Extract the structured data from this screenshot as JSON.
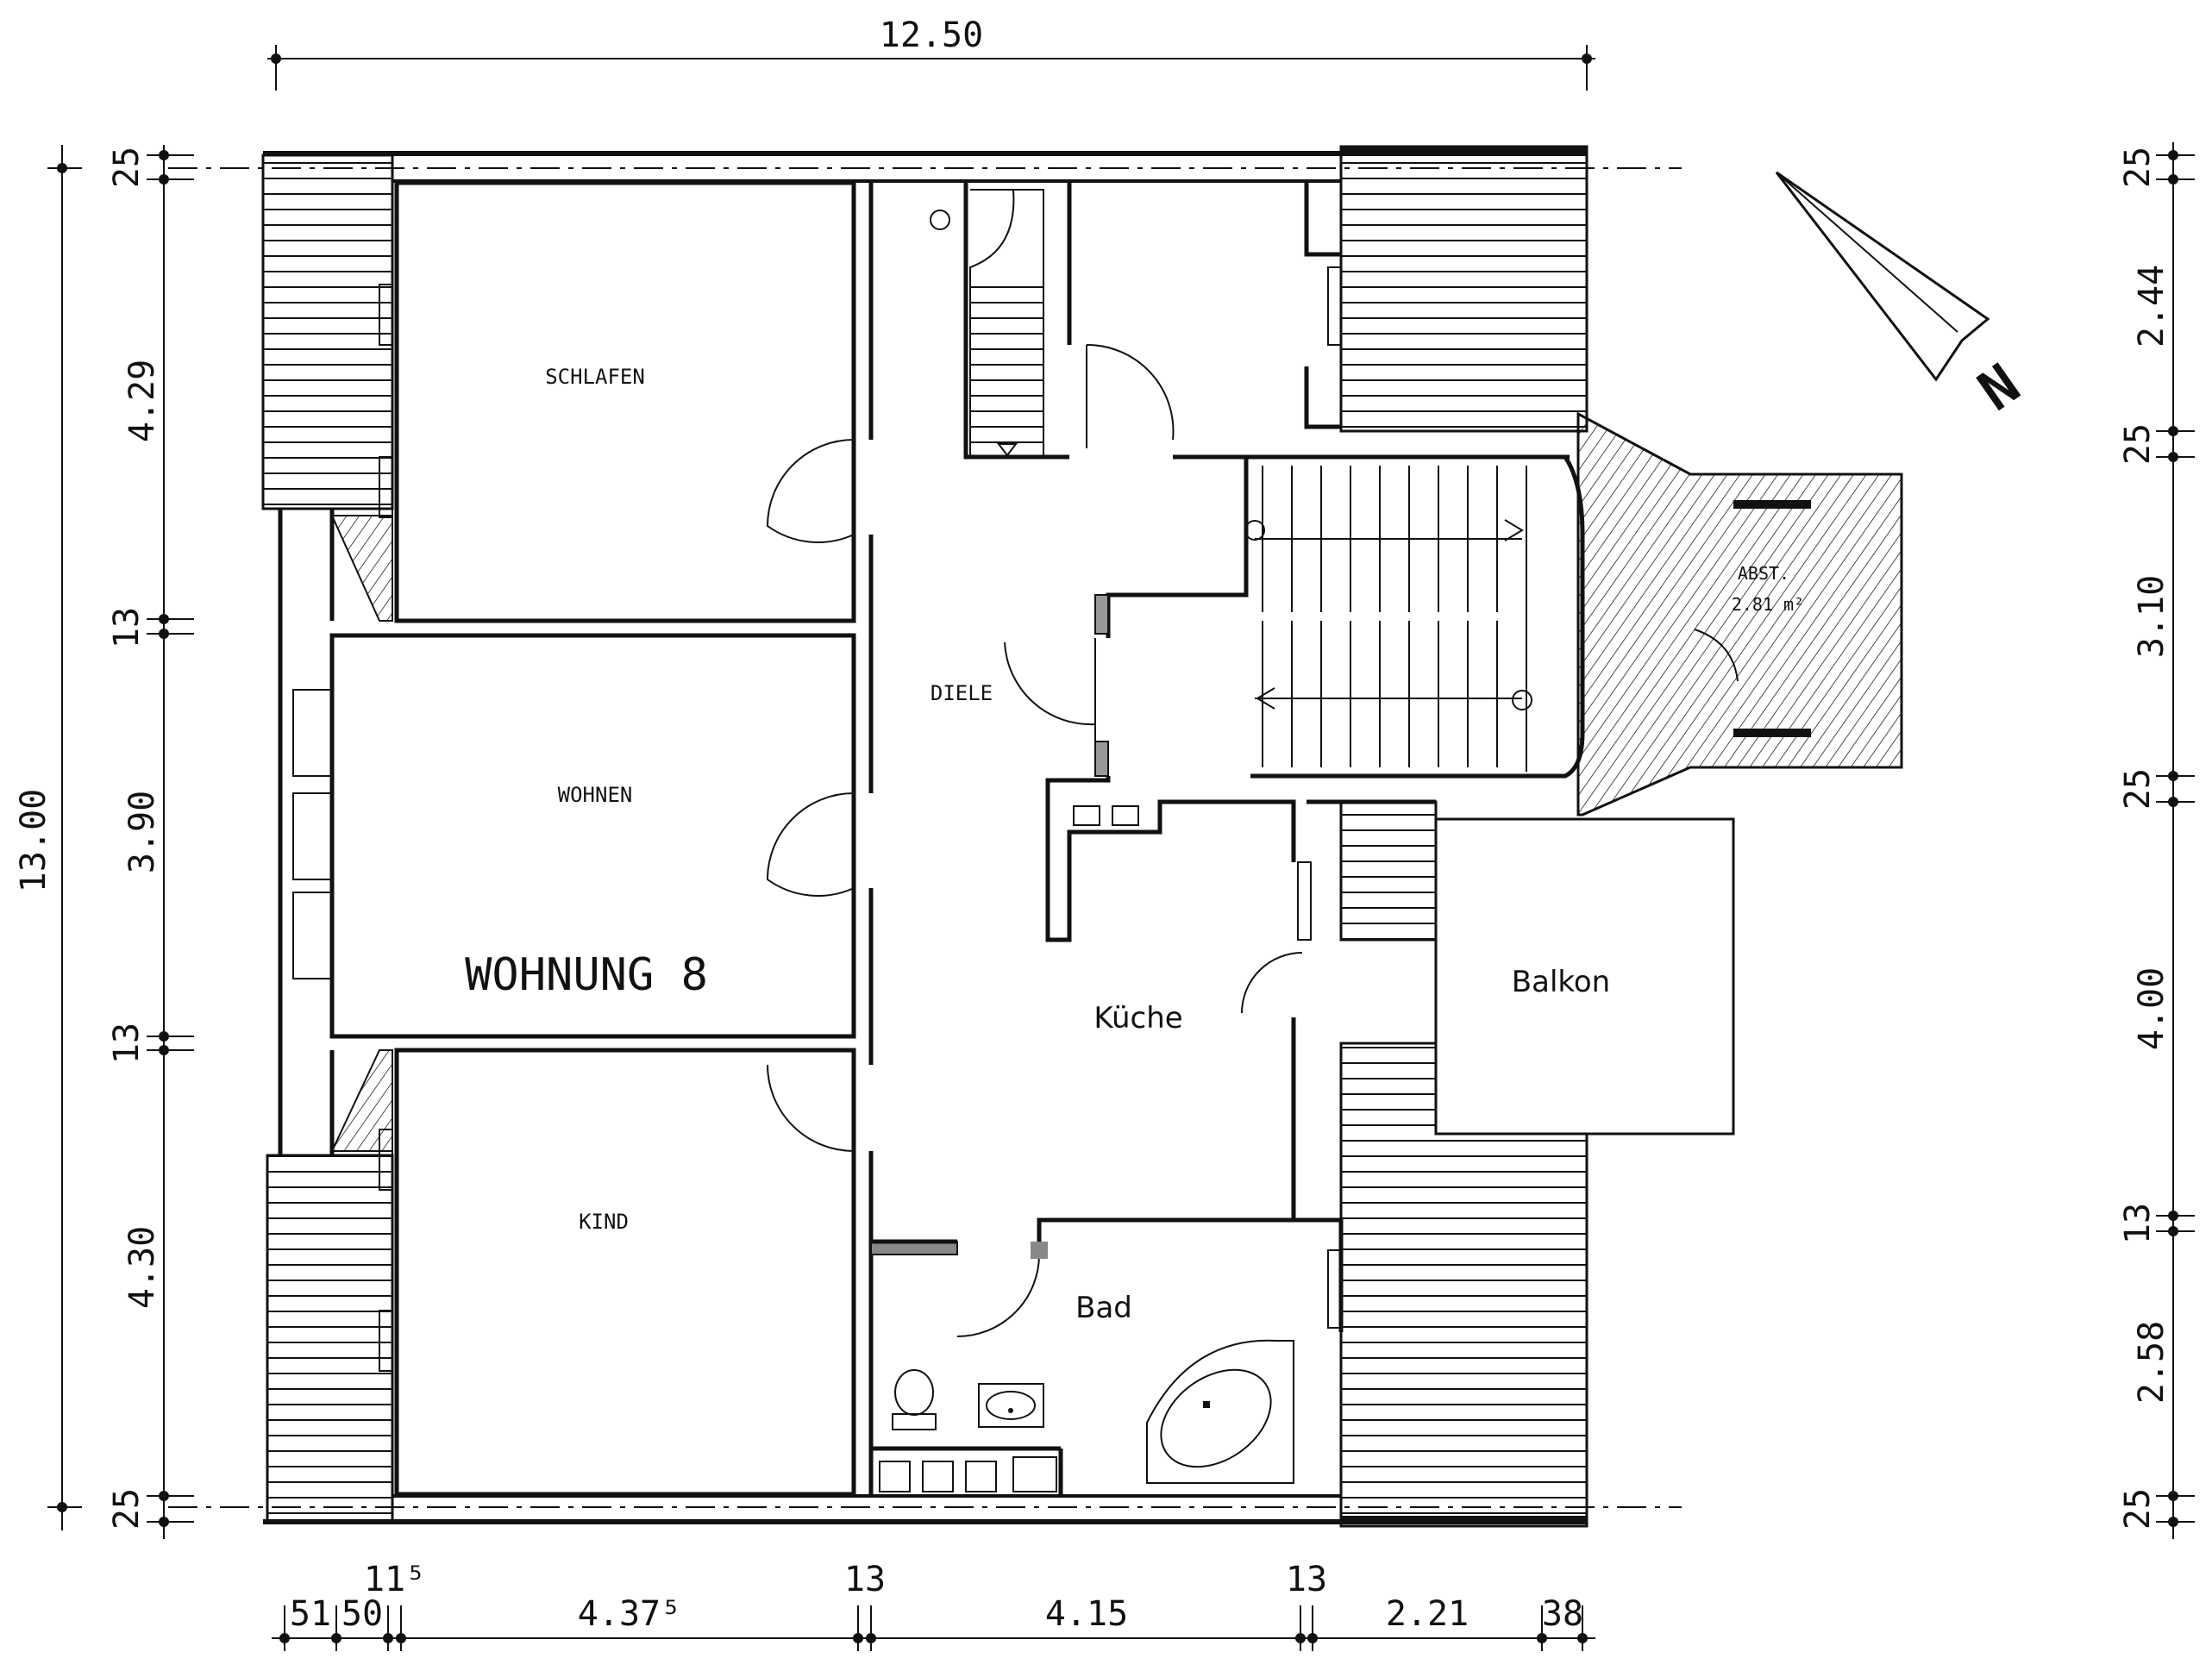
{
  "rooms": {
    "schlafen": "SCHLAFEN",
    "wohnen": "WOHNEN",
    "kind": "KIND",
    "diele": "DIELE",
    "kueche": "Küche",
    "bad": "Bad",
    "balkon": "Balkon",
    "abst_title": "ABST.",
    "abst_area": "2.81 m²"
  },
  "apartment_label": "WOHNUNG 8",
  "north_label": "N",
  "dimensions": {
    "top_total": "12.50",
    "left_total": "13.00",
    "left": [
      "25",
      "4.29",
      "13",
      "3.90",
      "13",
      "4.30",
      "25"
    ],
    "right": [
      "25",
      "2.44",
      "25",
      "3.10",
      "25",
      "4.00",
      "13",
      "2.58",
      "25"
    ],
    "bottom": [
      "51",
      "50",
      "11⁵",
      "4.37⁵",
      "13",
      "4.15",
      "13",
      "2.21",
      "38"
    ]
  }
}
